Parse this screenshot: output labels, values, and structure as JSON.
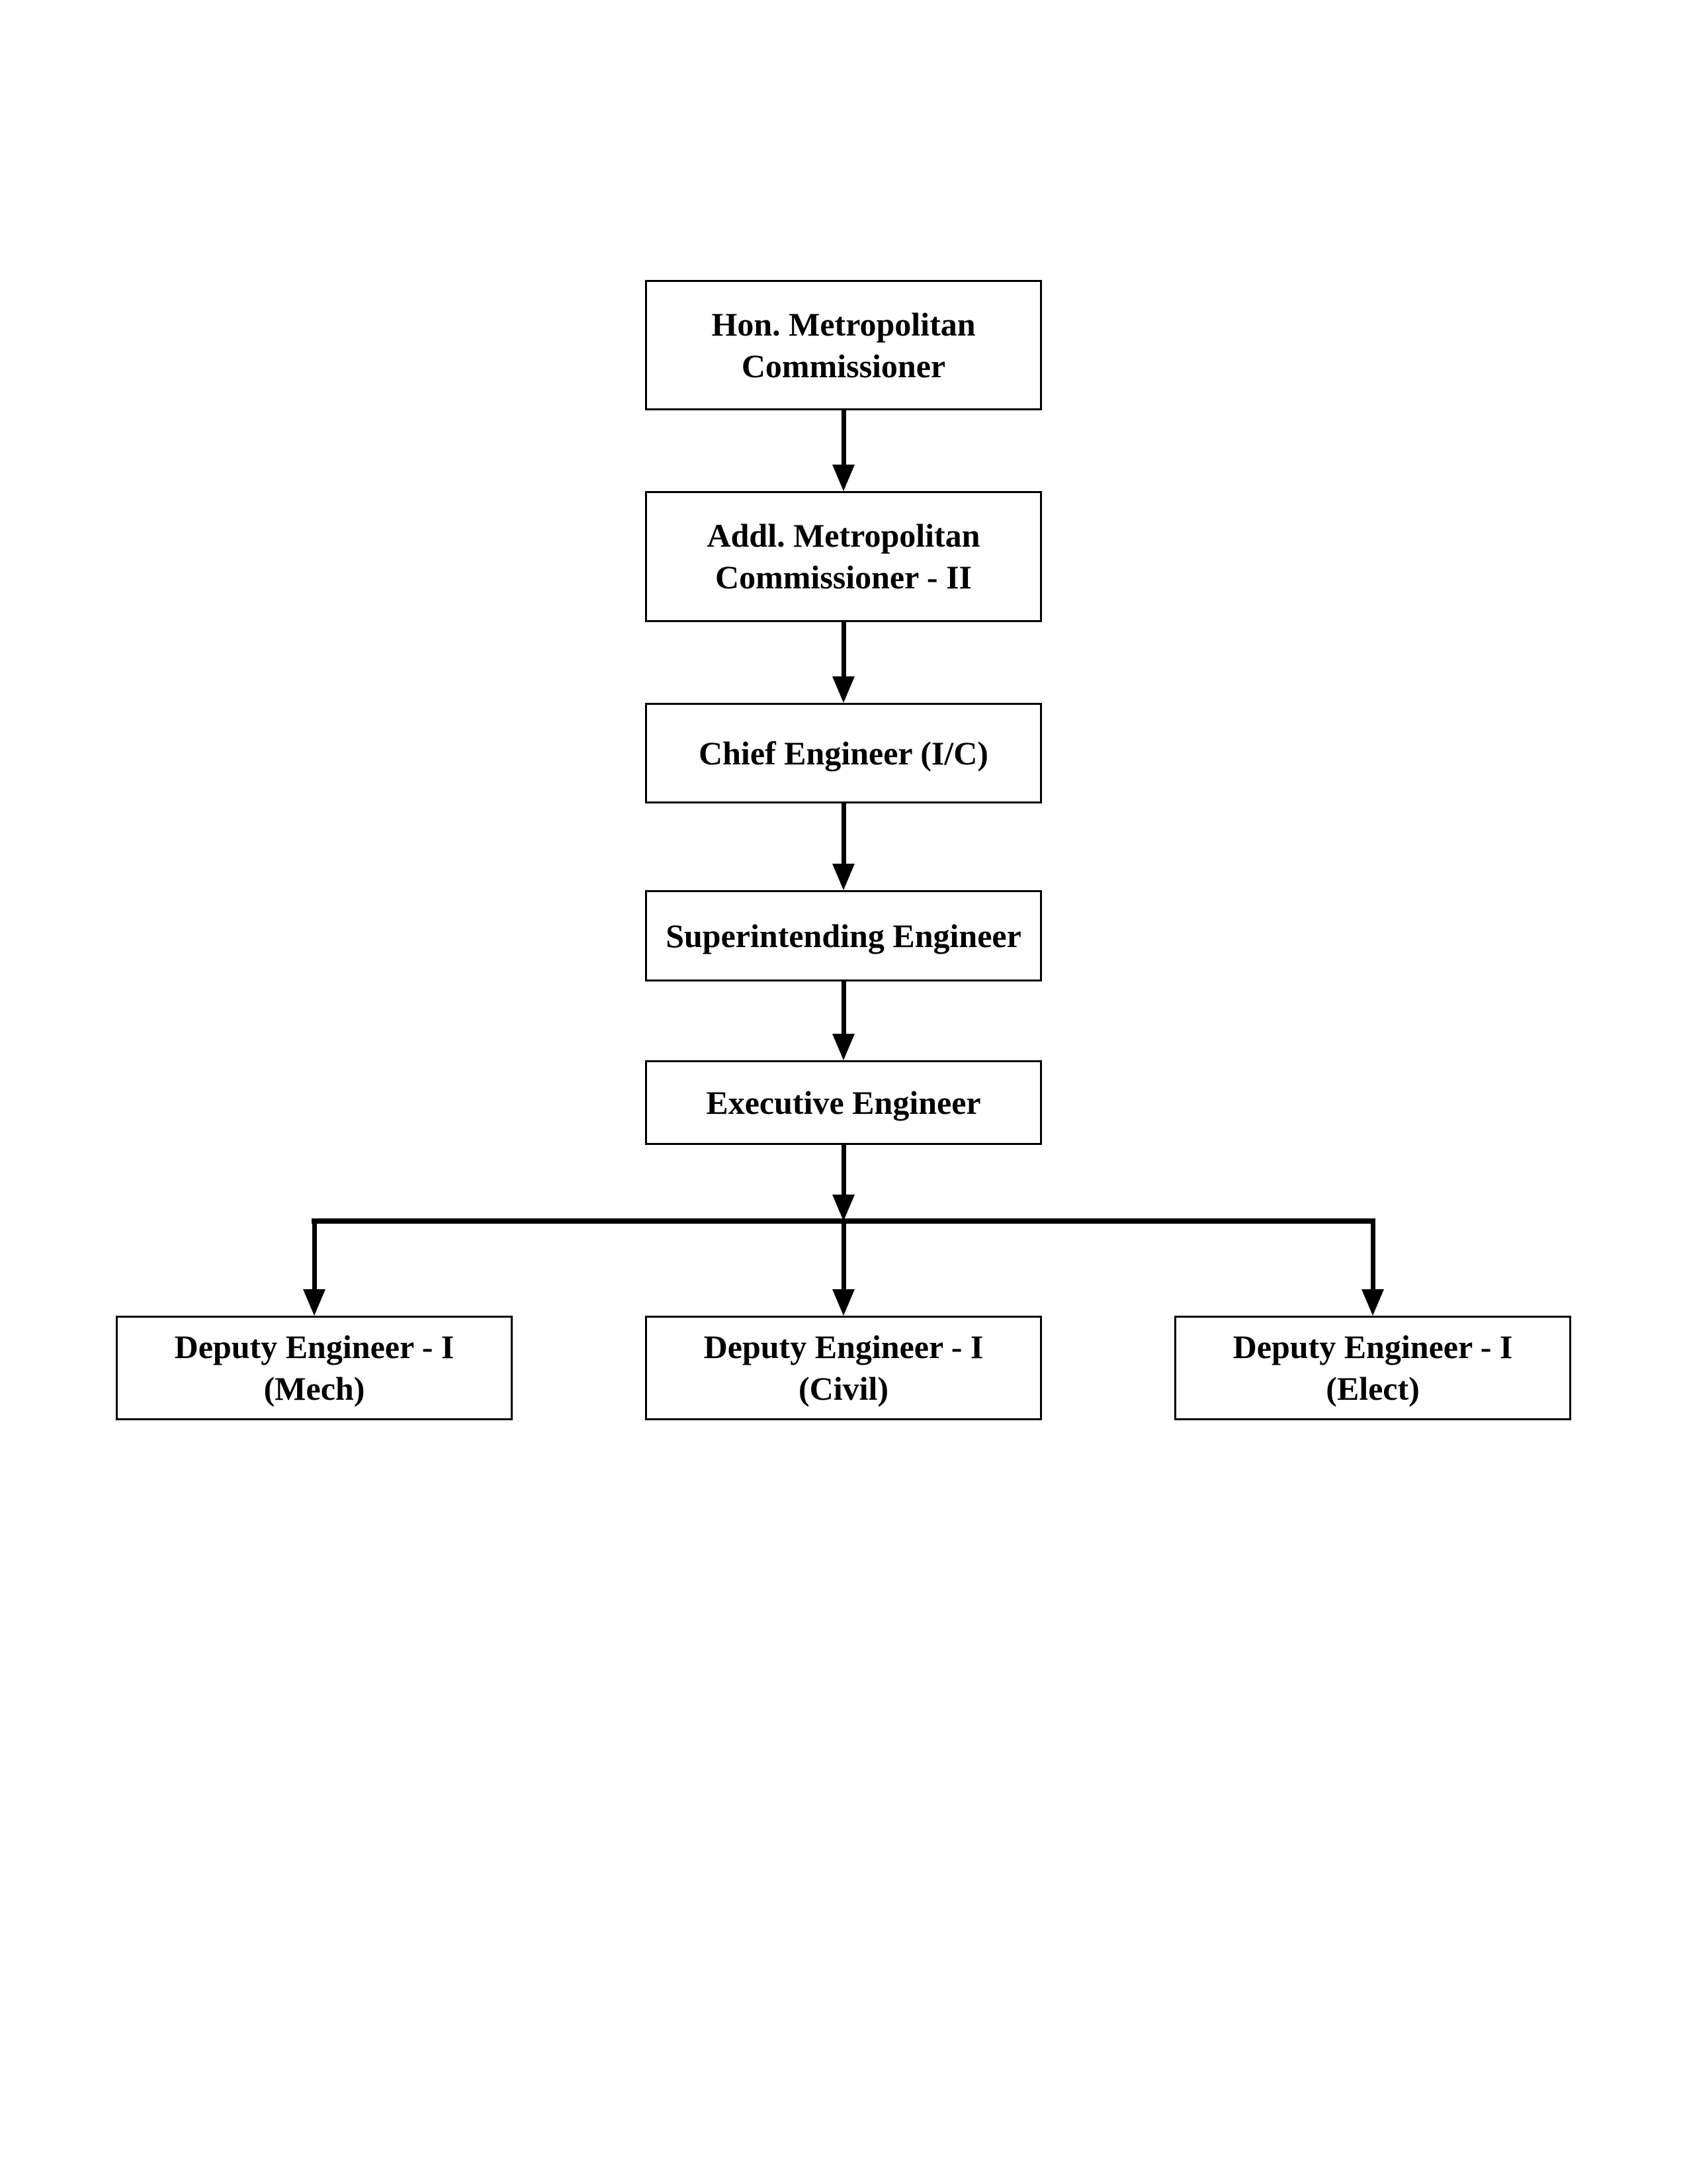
{
  "chart": {
    "type": "org-chart",
    "background": "#ffffff",
    "colors": {
      "box_fill": "#ffffff",
      "box_border": "#000000",
      "text": "#000000",
      "connector": "#000000"
    },
    "nodes": {
      "hon": {
        "id": "hon",
        "line1": "Hon. Metropolitan",
        "line2": "Commissioner"
      },
      "addl": {
        "id": "addl",
        "line1": "Addl. Metropolitan",
        "line2": "Commissioner - II"
      },
      "chief": {
        "id": "chief",
        "line1": "Chief Engineer (I/C)"
      },
      "se": {
        "id": "se",
        "line1": "Superintending Engineer"
      },
      "ee": {
        "id": "ee",
        "line1": "Executive Engineer"
      },
      "mech": {
        "id": "mech",
        "line1": "Deputy Engineer - I",
        "line2": "(Mech)"
      },
      "civil": {
        "id": "civil",
        "line1": "Deputy Engineer - I",
        "line2": "(Civil)"
      },
      "elect": {
        "id": "elect",
        "line1": "Deputy Engineer - I",
        "line2": "(Elect)"
      }
    },
    "edges": [
      {
        "from": "hon",
        "to": "addl"
      },
      {
        "from": "addl",
        "to": "chief"
      },
      {
        "from": "chief",
        "to": "se"
      },
      {
        "from": "se",
        "to": "ee"
      },
      {
        "from": "ee",
        "to": "mech"
      },
      {
        "from": "ee",
        "to": "civil"
      },
      {
        "from": "ee",
        "to": "elect"
      }
    ]
  }
}
